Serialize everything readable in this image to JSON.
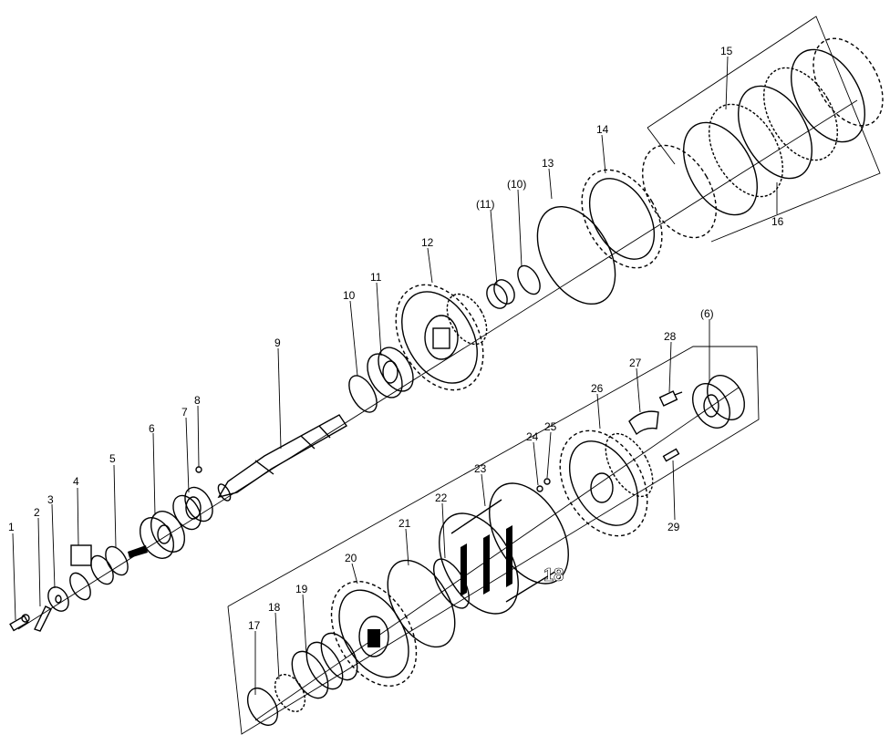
{
  "callouts": {
    "c1": "1",
    "c2": "2",
    "c3": "3",
    "c4": "4",
    "c5": "5",
    "c6": "6",
    "c7": "7",
    "c8": "8",
    "c9": "9",
    "c10": "10",
    "c11": "11",
    "c11b": "(11)",
    "c10b": "(10)",
    "c12": "12",
    "c13": "13",
    "c14": "14",
    "c15": "15",
    "c16": "16",
    "c17": "17",
    "c18": "18",
    "c19": "19",
    "c20": "20",
    "c21": "21",
    "c22": "22",
    "c23": "23",
    "c24": "24",
    "c25": "25",
    "c26": "26",
    "c27": "27",
    "c28": "28",
    "c6b": "(6)",
    "c29": "29"
  },
  "watermark": "18"
}
